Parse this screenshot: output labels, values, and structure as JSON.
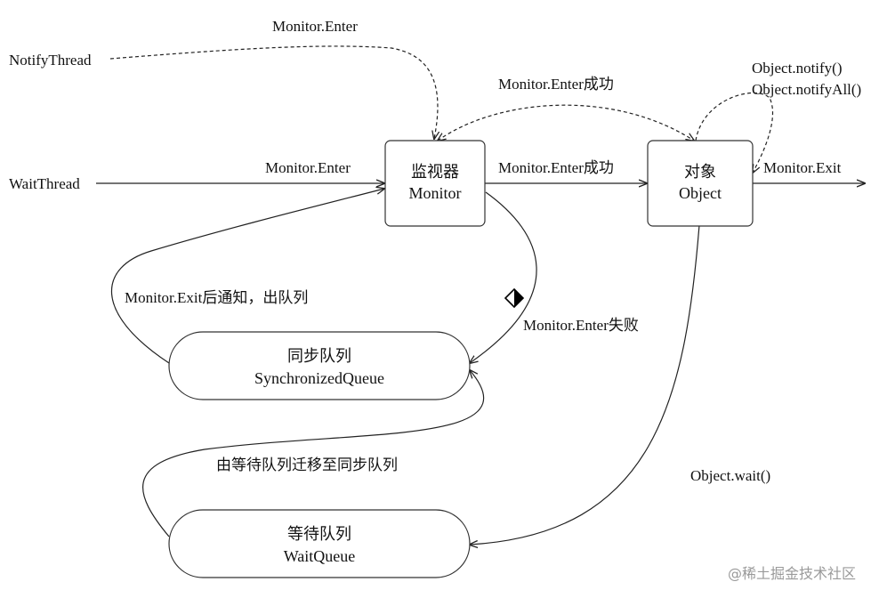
{
  "nodes": {
    "monitor": {
      "line1": "监视器",
      "line2": "Monitor"
    },
    "object": {
      "line1": "对象",
      "line2": "Object"
    },
    "sync_queue": {
      "line1": "同步队列",
      "line2": "SynchronizedQueue"
    },
    "wait_queue": {
      "line1": "等待队列",
      "line2": "WaitQueue"
    }
  },
  "actors": {
    "notify_thread": "NotifyThread",
    "wait_thread": "WaitThread"
  },
  "edges": {
    "notify_enter": "Monitor.Enter",
    "wait_enter": "Monitor.Enter",
    "enter_success_dashed": "Monitor.Enter成功",
    "enter_success": "Monitor.Enter成功",
    "notify_calls_1": "Object.notify()",
    "notify_calls_2": "Object.notifyAll()",
    "monitor_exit": "Monitor.Exit",
    "exit_notify_dequeue": "Monitor.Exit后通知，出队列",
    "enter_fail": "Monitor.Enter失败",
    "move_wait_to_sync": "由等待队列迁移至同步队列",
    "object_wait": "Object.wait()"
  },
  "watermark": "@稀土掘金技术社区"
}
